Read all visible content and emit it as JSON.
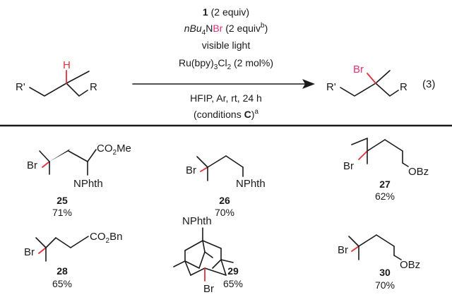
{
  "scheme": {
    "reactant": {
      "left_group": "R'",
      "right_group": "R",
      "h_label": "H"
    },
    "conditions": {
      "reagent_number": "1",
      "reagent_amount": " (2 equiv)",
      "bromide_prefix": "nBu",
      "bromide_sub": "4",
      "bromide_N": "N",
      "bromide_Br": "Br",
      "bromide_amount": " (2 equiv",
      "bromide_sup": "b",
      "bromide_close": ")",
      "light": "visible light",
      "catalyst_a": "Ru(bpy)",
      "catalyst_sub": "3",
      "catalyst_b": "Cl",
      "catalyst_sub2": "2",
      "catalyst_c": " (2 mol%)",
      "solvent_line": "HFIP, Ar, rt, 24 h",
      "cond_open": "(conditions ",
      "cond_letter": "C",
      "cond_close": ")",
      "cond_sup": "a"
    },
    "product": {
      "left_group": "R'",
      "right_group": "R",
      "br_label": "Br"
    },
    "equation_number": "(3)"
  },
  "products": [
    {
      "id": "25",
      "yield": "71%",
      "labels": {
        "br": "Br",
        "ester": "CO2Me",
        "n": "NPhth"
      }
    },
    {
      "id": "26",
      "yield": "70%",
      "labels": {
        "br": "Br",
        "n": "NPhth"
      }
    },
    {
      "id": "27",
      "yield": "62%",
      "labels": {
        "br": "Br",
        "o": "OBz"
      }
    },
    {
      "id": "28",
      "yield": "65%",
      "labels": {
        "br": "Br",
        "ester": "CO2Bn"
      }
    },
    {
      "id": "29",
      "yield": "65%",
      "labels": {
        "br": "Br",
        "n": "NPhth"
      }
    },
    {
      "id": "30",
      "yield": "70%",
      "labels": {
        "br": "Br",
        "o": "OBz"
      }
    }
  ]
}
